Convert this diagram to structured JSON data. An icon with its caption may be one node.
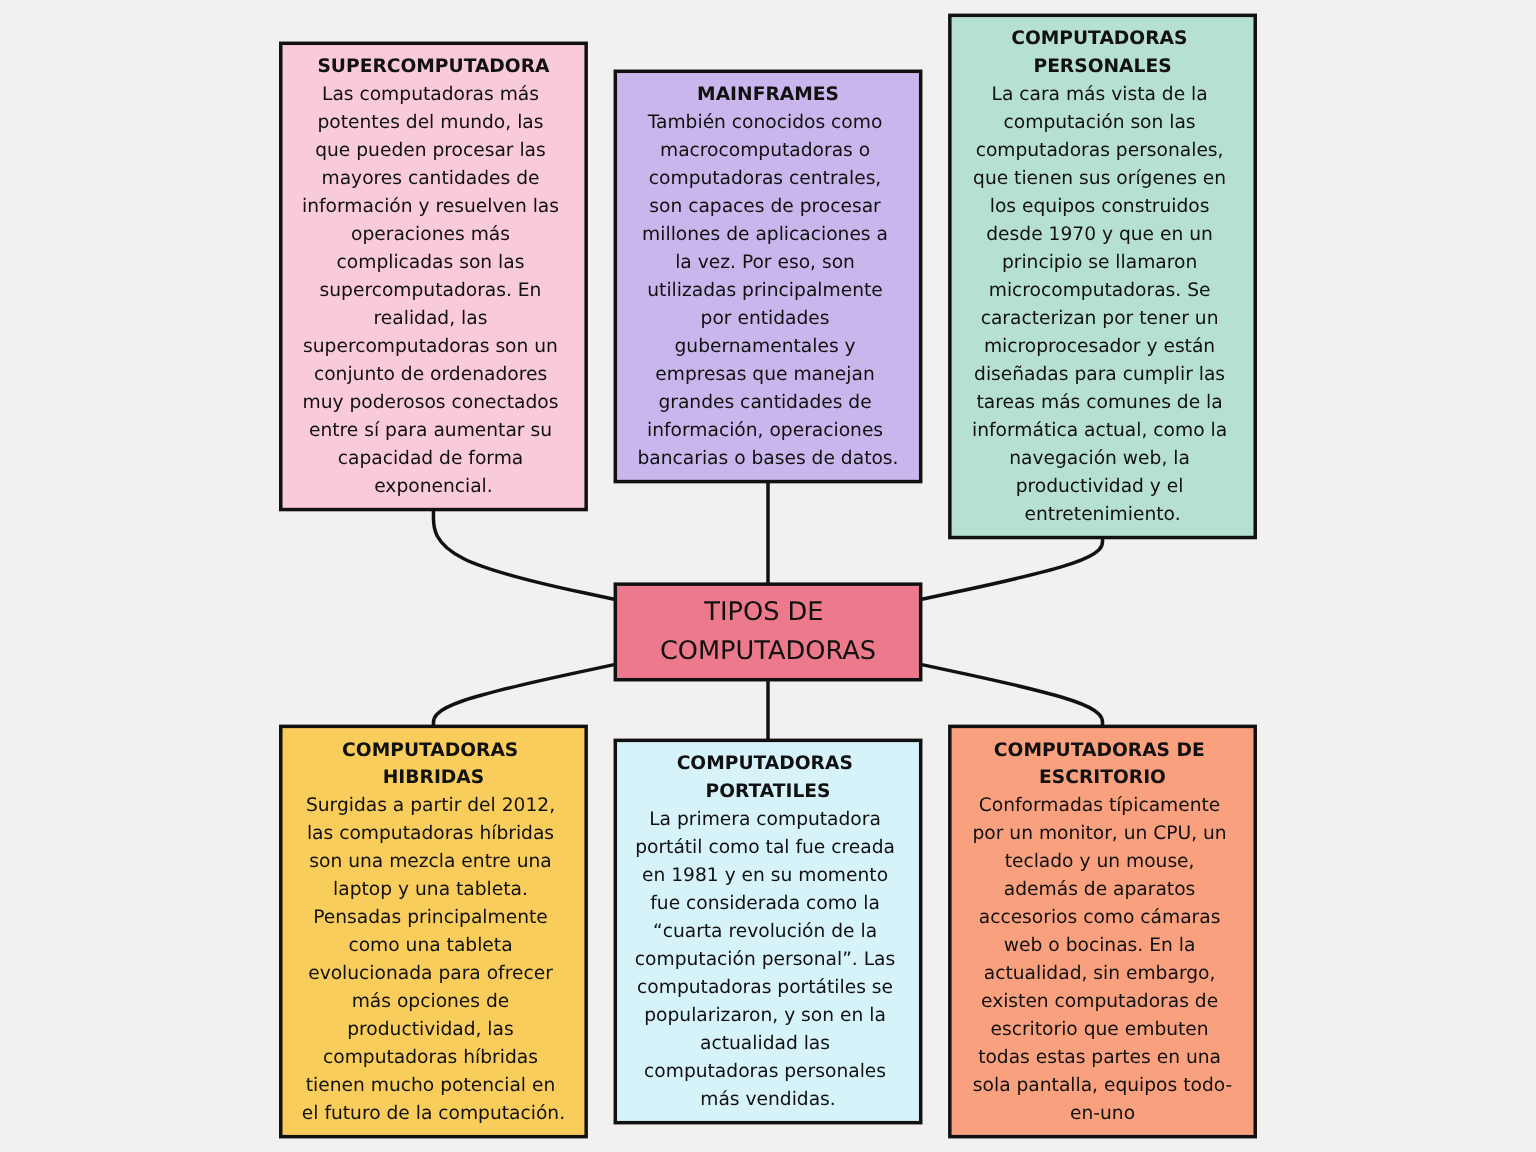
{
  "diagram": {
    "nodes": [
      {
        "text": [
          "SUPERCOMPUTADORA",
          "Las computadoras más potentes del mundo, las que pueden procesar las mayores cantidades de información y resuelven las operaciones más complicadas son las supercomputadoras. En realidad, las supercomputadoras son un conjunto de ordenadores muy poderosos conectados entre sí para aumentar su capacidad de forma exponencial."
        ]
      },
      {
        "text": [
          "MAINFRAMES",
          "También conocidos como macrocomputadoras o computadoras centrales, son capaces de procesar millones de aplicaciones a la vez. Por eso, son utilizadas principalmente por entidades gubernamentales y empresas que manejan grandes cantidades de información, operaciones bancarias o bases de datos."
        ]
      },
      {
        "text": [
          "COMPUTADORAS PERSONALES",
          "La cara más vista de la computación son las computadoras personales, que tienen sus orígenes en los equipos construidos desde 1970 y que en un principio se llamaron microcomputadoras. Se caracterizan por tener un microprocesador y están diseñadas para cumplir las tareas más comunes de la informática actual, como la navegación web, la productividad y el entretenimiento."
        ]
      },
      {
        "text": [
          "TIPOS DE COMPUTADORAS"
        ]
      },
      {
        "text": [
          "COMPUTADORAS HIBRIDAS",
          "Surgidas a partir del 2012, las computadoras híbridas son una mezcla entre una laptop y una tableta. Pensadas principalmente como una tableta evolucionada para ofrecer más opciones de productividad, las computadoras híbridas tienen mucho potencial en el futuro de la computación."
        ]
      },
      {
        "text": [
          "COMPUTADORAS PORTATILES",
          "La primera computadora portátil como tal fue creada en 1981 y en su momento fue considerada como la “cuarta revolución de la computación personal”. Las computadoras portátiles se popularizaron, y son en la actualidad las computadoras personales más vendidas."
        ]
      },
      {
        "text": [
          "COMPUTADORAS DE ESCRITORIO",
          "Conformadas típicamente por un monitor, un CPU, un teclado y un mouse, además de aparatos accesorios como cámaras web o bocinas. En la actualidad, sin embargo, existen computadoras de escritorio que embuten todas estas partes en una sola pantalla, equipos todo-en-uno"
        ]
      }
    ],
    "edges": [
      {
        "from": 0,
        "to": 3,
        "arrow": "none"
      },
      {
        "from": 1,
        "to": 3,
        "arrow": "none"
      },
      {
        "from": 2,
        "to": 3,
        "arrow": "none"
      },
      {
        "from": 3,
        "to": 4,
        "arrow": "none"
      },
      {
        "from": 3,
        "to": 5,
        "arrow": "none"
      },
      {
        "from": 3,
        "to": 6,
        "arrow": "none"
      }
    ]
  }
}
